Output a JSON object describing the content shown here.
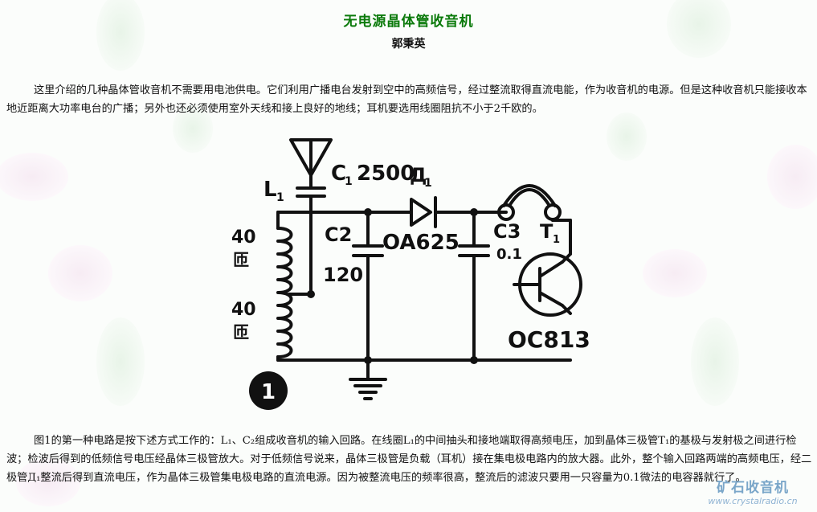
{
  "article": {
    "title": "无电源晶体管收音机",
    "author": "郭秉英",
    "paragraph1": "这里介绍的几种晶体管收音机不需要用电池供电。它们利用广播电台发射到空中的高频信号，经过整流取得直流电能，作为收音机的电源。但是这种收音机只能接收本地近距离大功率电台的广播；另外也还必须使用室外天线和接上良好的地线；耳机要选用线圈阻抗不小于2千欧的。",
    "paragraph2": "图1的第一种电路是按下述方式工作的：L₁、C₂组成收音机的输入回路。在线圈L₁的中间抽头和接地端取得高频电压，加到晶体三极管T₁的基极与发射极之间进行检波；检波后得到的低频信号电压经晶体三极管放大。对于低频信号说来，晶体三极管是负载（耳机）接在集电极电路内的放大器。此外，整个输入回路两端的高频电压，经二极管Д₁整流后得到直流电压，作为晶体三极管集电极电路的直流电源。因为被整流电压的频率很高，整流后的滤波只要用一只容量为0.1微法的电容器就行了。"
  },
  "figure": {
    "labels": {
      "l1": "L",
      "l1_sub": "1",
      "c1": "C",
      "c1_sub": "1",
      "c1_value": "2500",
      "d1": "Д",
      "d1_sub": "1",
      "c2": "C2",
      "c2_value": "120",
      "diode_model": "OA625",
      "c3": "C3",
      "c3_value": "0.1",
      "t1": "T",
      "t1_sub": "1",
      "transistor_model": "OC813",
      "turns_top": "40",
      "turns_top_unit": "匝",
      "turns_bottom": "40",
      "turns_bottom_unit": "匝",
      "figure_number": "1"
    }
  },
  "watermark": {
    "name": "矿石收音机",
    "url": "www.crystalradio.cn"
  },
  "colors": {
    "title": "#0b7a0b",
    "text": "#111111",
    "watermark": "#7aa6c9"
  }
}
